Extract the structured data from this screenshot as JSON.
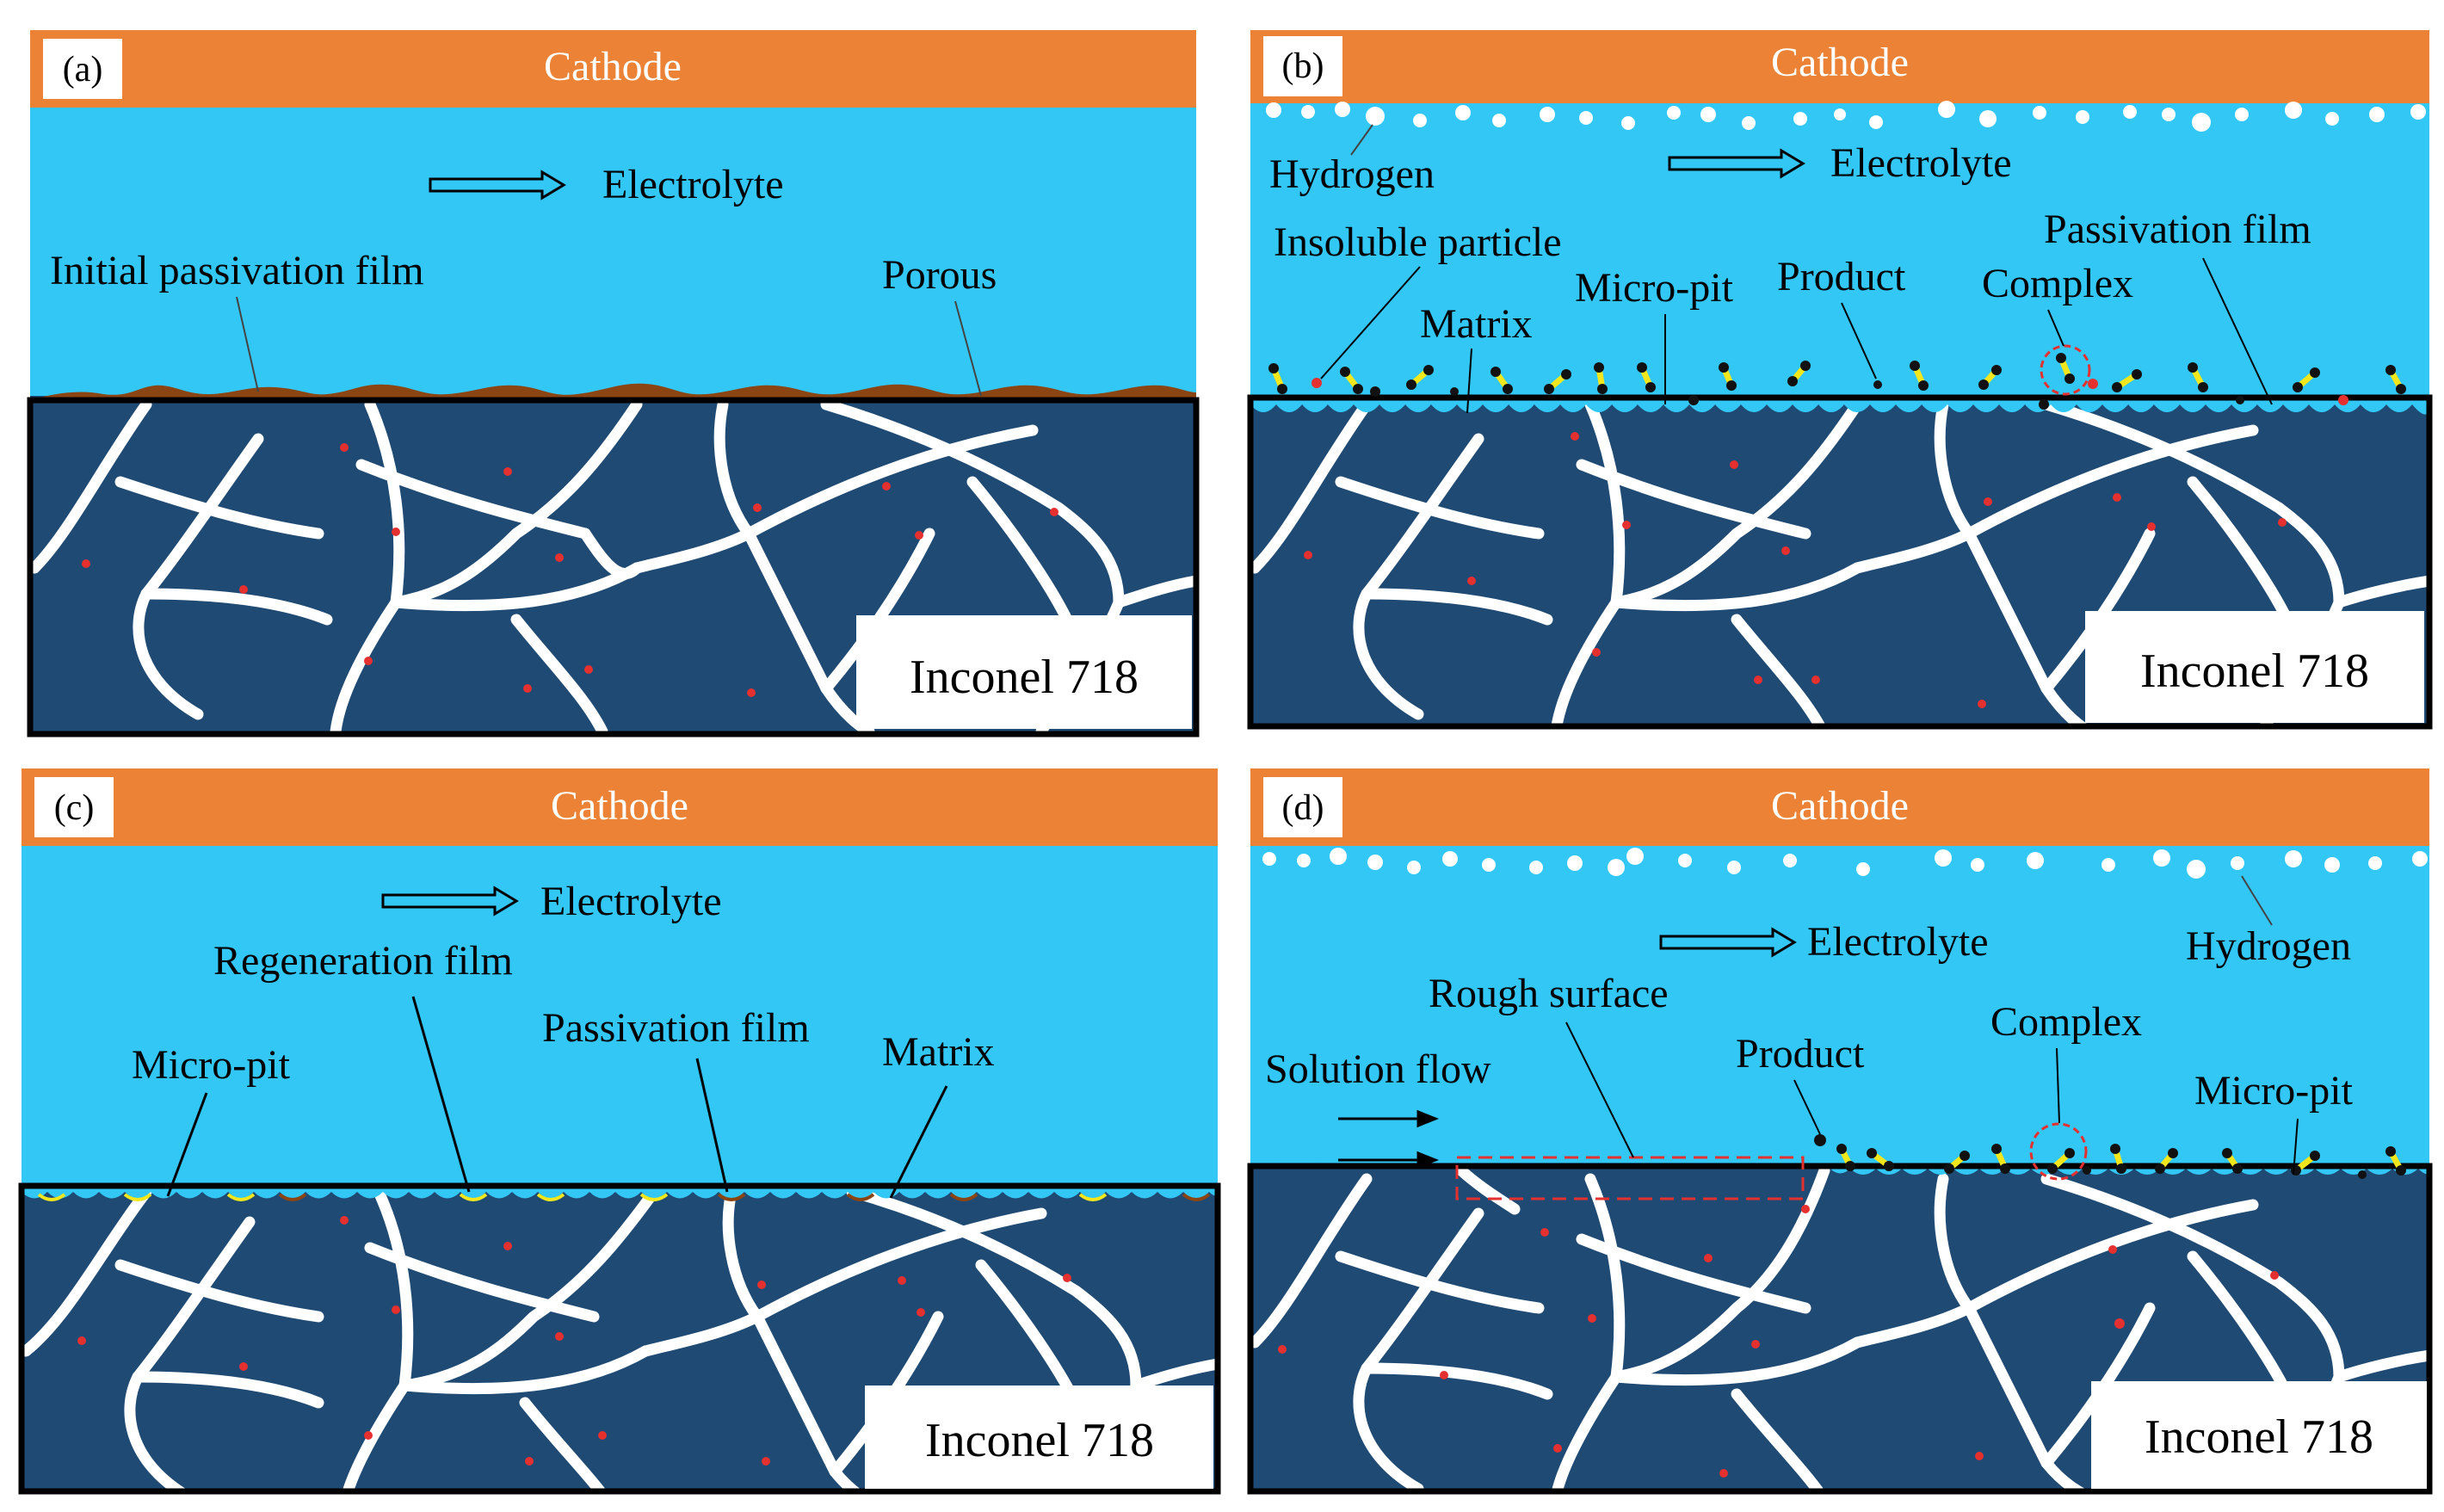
{
  "colors": {
    "cathode": "#EC8235",
    "electrolyte": "#33C7F6",
    "matrix": "#1F4A74",
    "grain_boundary": "#FFFFFF",
    "passivation": "#8B4513",
    "precipitate": "#E53030",
    "bubble": "#FFFFFF",
    "complex_dot": "#111111",
    "complex_bond": "#F2E71C",
    "marker": "#E53030"
  },
  "panels": [
    {
      "id": "a",
      "tag": "(a)",
      "cathode": "Cathode",
      "electrolyte": "Electrolyte",
      "material": "Inconel 718",
      "labels": {
        "initial_passivation_film": "Initial passivation film",
        "porous": "Porous"
      }
    },
    {
      "id": "b",
      "tag": "(b)",
      "cathode": "Cathode",
      "electrolyte": "Electrolyte",
      "material": "Inconel 718",
      "labels": {
        "hydrogen": "Hydrogen",
        "insoluble_particle": "Insoluble particle",
        "matrix": "Matrix",
        "micro_pit": "Micro-pit",
        "product": "Product",
        "complex": "Complex",
        "passivation_film": "Passivation film"
      }
    },
    {
      "id": "c",
      "tag": "(c)",
      "cathode": "Cathode",
      "electrolyte": "Electrolyte",
      "material": "Inconel 718",
      "labels": {
        "regeneration_film": "Regeneration film",
        "micro_pit": "Micro-pit",
        "passivation_film": "Passivation film",
        "matrix": "Matrix"
      }
    },
    {
      "id": "d",
      "tag": "(d)",
      "cathode": "Cathode",
      "electrolyte": "Electrolyte",
      "material": "Inconel 718",
      "labels": {
        "hydrogen": "Hydrogen",
        "rough_surface": "Rough surface",
        "solution_flow": "Solution flow",
        "product": "Product",
        "complex": "Complex",
        "micro_pit": "Micro-pit"
      }
    }
  ]
}
